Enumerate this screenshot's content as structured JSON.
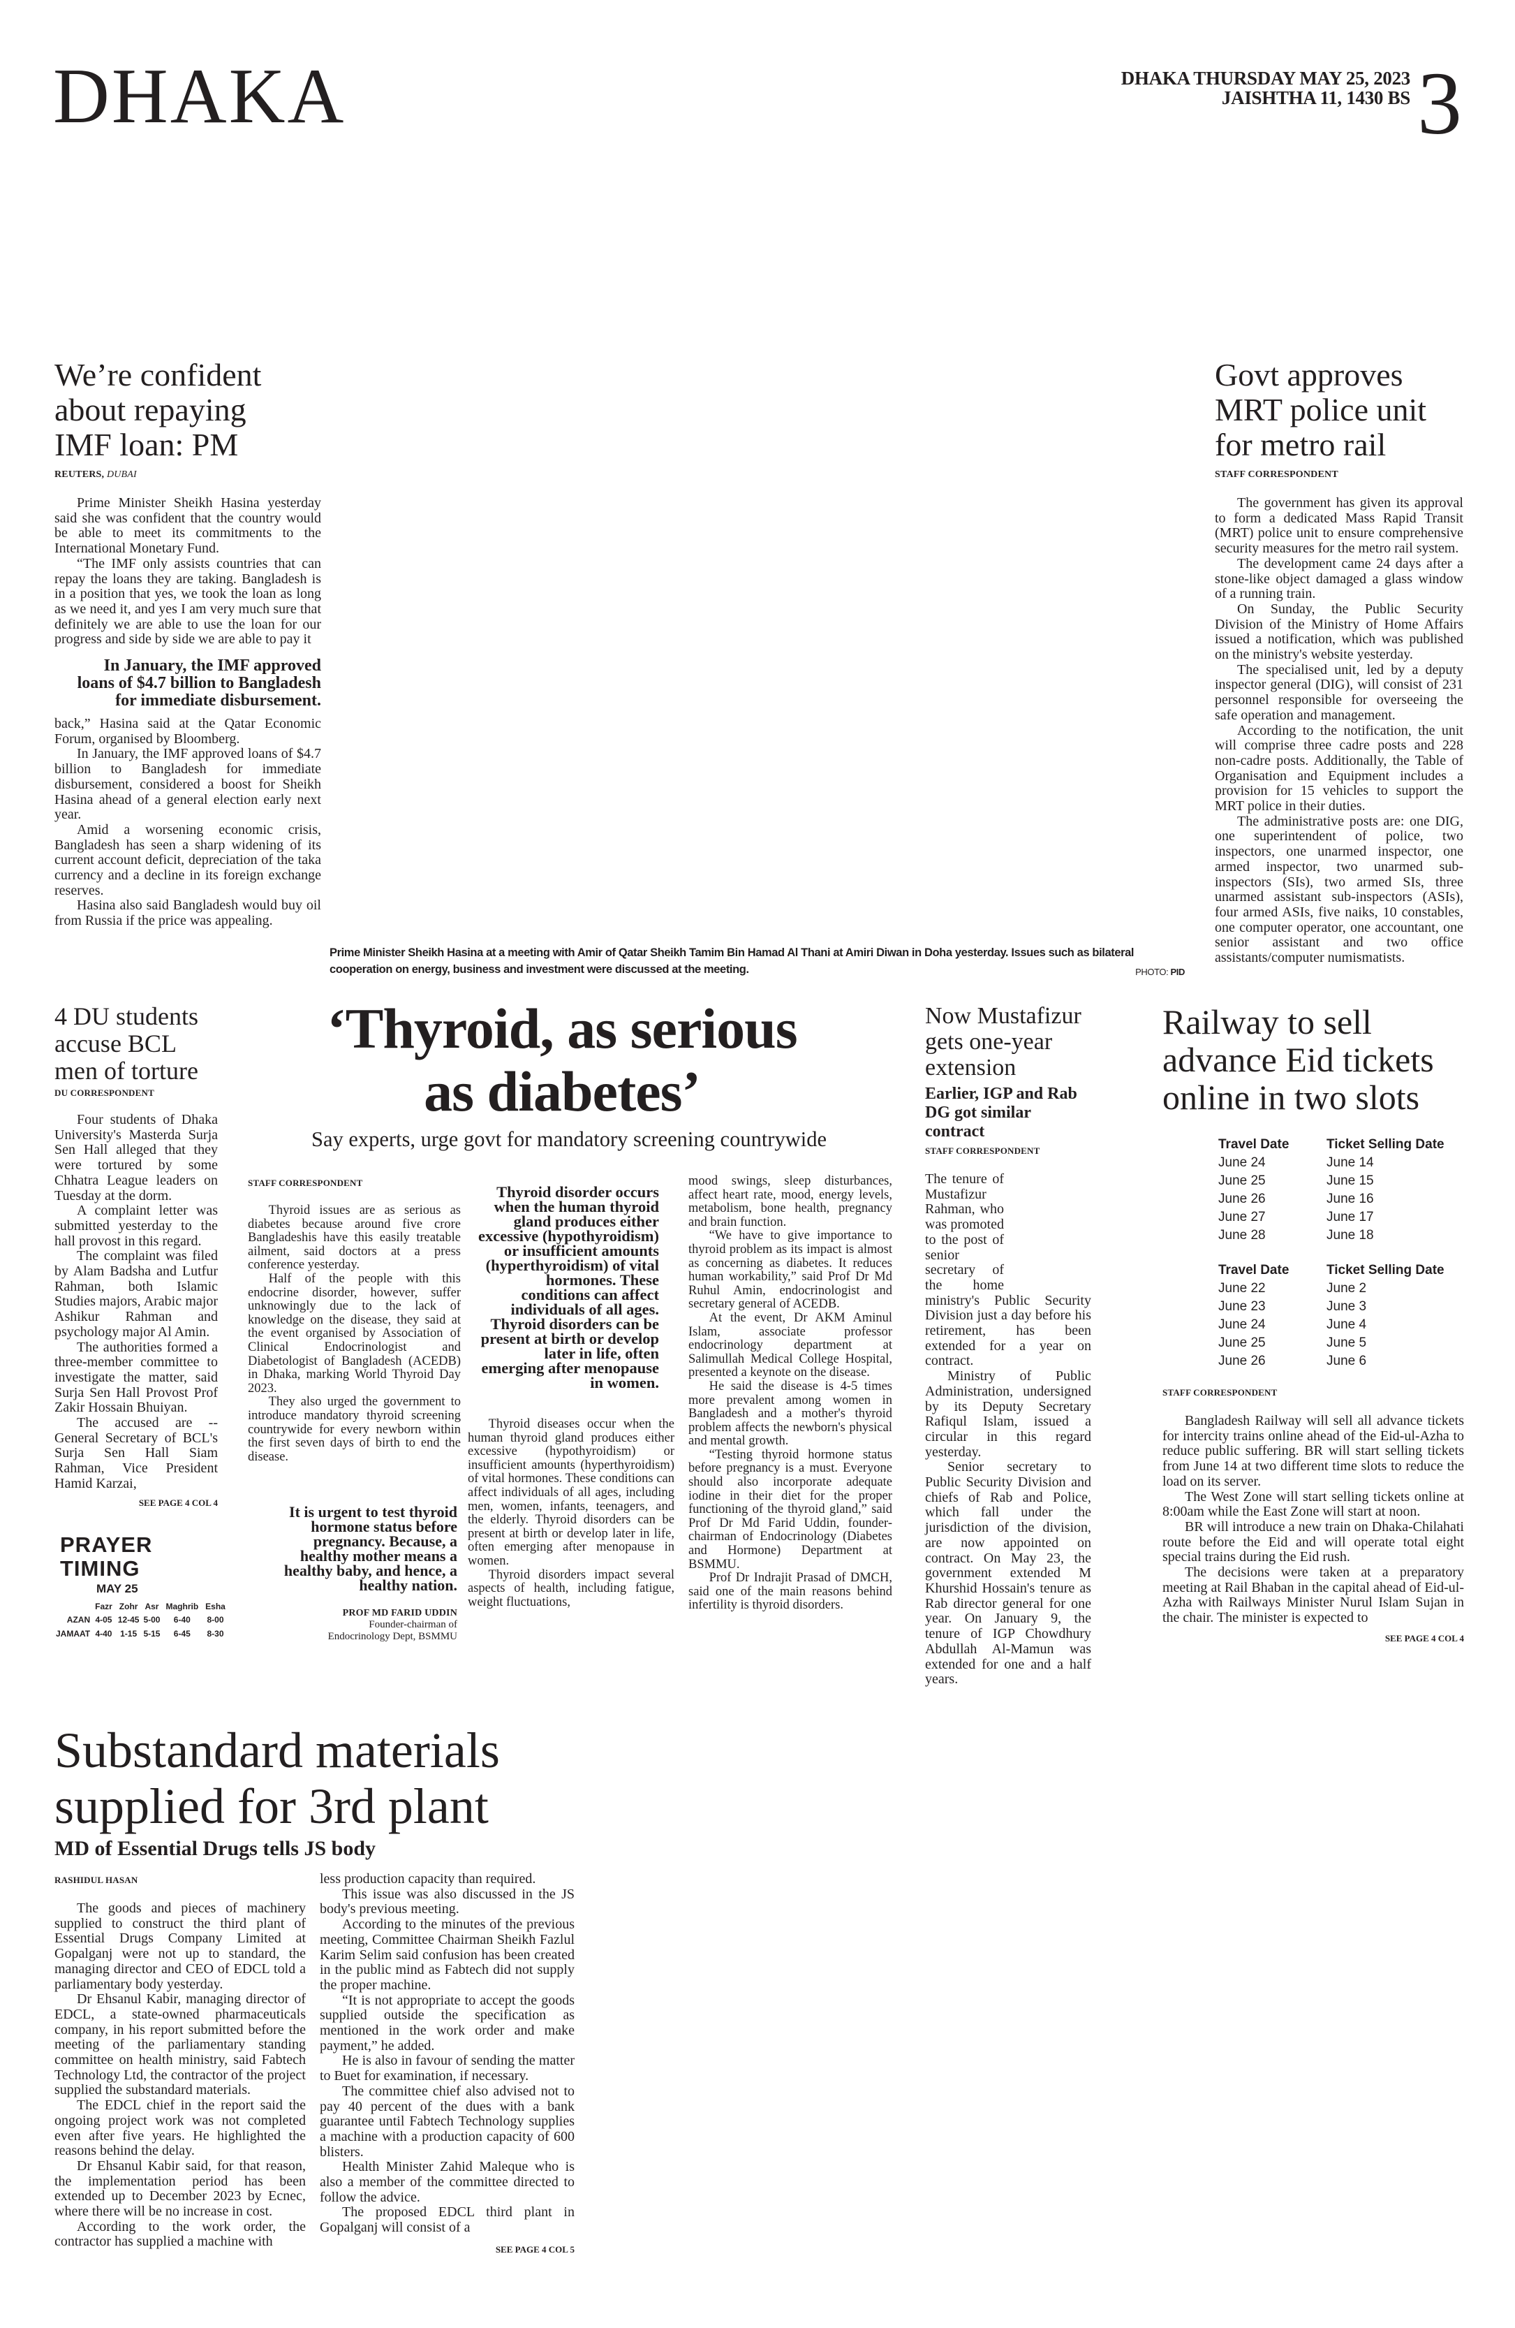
{
  "masthead": {
    "section": "DHAKA",
    "date_line1": "DHAKA THURSDAY MAY 25, 2023",
    "date_line2": "JAISHTHA 11, 1430 BS",
    "page_number": "3"
  },
  "imf": {
    "headline": [
      "We’re confident",
      "about repaying",
      "IMF loan: PM"
    ],
    "byline_agency": "REUTERS,",
    "byline_place": "Dubai",
    "body_top": [
      "Prime Minister Sheikh Hasina yesterday said she was confident that the country would be able to meet its commitments to the International Monetary Fund.",
      "“The IMF only assists countries that can repay the loans they are taking. Bangladesh is in a position that yes, we took the loan as long as we need it, and yes I am very much sure that definitely we are able to use the loan for our progress and side by side we are able to pay it"
    ],
    "pullquote": "In January, the IMF approved loans of $4.7 billion to Bangladesh for immediate disbursement.",
    "body_bottom": [
      "back,” Hasina said at the Qatar Economic Forum, organised by Bloomberg.",
      "In January, the IMF approved loans of $4.7 billion to Bangladesh for immediate disbursement, considered a boost for Sheikh Hasina ahead of a general election early next year.",
      "Amid a worsening economic crisis, Bangladesh has seen a sharp widening of its current account deficit, depreciation of the taka currency and a decline in its foreign exchange reserves.",
      "Hasina also said Bangladesh would buy oil from Russia if the price was appealing."
    ]
  },
  "mrt": {
    "headline": [
      "Govt approves",
      "MRT police unit",
      "for metro rail"
    ],
    "byline": "STAFF CORRESPONDENT",
    "body": [
      "The government has given its approval to form a dedicated Mass Rapid Transit (MRT) police unit to ensure comprehensive security measures for the metro rail system.",
      "The development came 24 days after a stone-like object damaged a glass window of a running train.",
      "On Sunday, the Public Security Division of the Ministry of Home Affairs issued a notification, which was published on the ministry's website yesterday.",
      "The specialised unit, led by a deputy inspector general (DIG), will consist of 231 personnel responsible for overseeing the safe operation and management.",
      "According to the notification, the unit will comprise three cadre posts and 228 non-cadre posts. Additionally, the Table of Organisation and Equipment includes a provision for 15 vehicles to support the MRT police in their duties.",
      "The administrative posts are: one DIG, one superintendent of police, two inspectors, one unarmed inspector, one armed inspector, two unarmed sub-inspectors (SIs), two armed SIs, three unarmed assistant sub-inspectors (ASIs), four armed ASIs, five naiks, 10 constables, one computer operator, one accountant, one senior assistant and two office assistants/computer numismatists."
    ]
  },
  "photo": {
    "caption": "Prime Minister Sheikh Hasina at a meeting with Amir of Qatar Sheikh Tamim Bin Hamad Al Thani at Amiri Diwan in Doha yesterday. Issues such as bilateral cooperation on energy, business and investment were discussed at the meeting.",
    "credit_label": "PHOTO:",
    "credit": "PID"
  },
  "du": {
    "headline": [
      "4 DU students",
      "accuse BCL",
      "men of torture"
    ],
    "byline": "DU CORRESPONDENT",
    "body": [
      "Four students of Dhaka University's Masterda Surja Sen Hall alleged that they were tortured by some Chhatra League leaders on Tuesday at the dorm.",
      "A complaint letter was submitted yesterday to the hall provost in this regard.",
      "The complaint was filed by Alam Badsha and Lutfur Rahman, both Islamic Studies majors, Arabic major Ashikur Rahman and psychology major Al Amin.",
      "The authorities formed a three-member committee to investigate the matter, said Surja Sen Hall Provost Prof Zakir Hossain Bhuiyan.",
      "The accused are -- General Secretary of BCL's Surja Sen Hall Siam Rahman, Vice President Hamid Karzai,"
    ],
    "see_page": "SEE PAGE 4 COL 4"
  },
  "prayer": {
    "title1": "PRAYER",
    "title2": "TIMING",
    "date": "MAY 25",
    "columns": [
      "Fazr",
      "Zohr",
      "Asr",
      "Maghrib",
      "Esha"
    ],
    "rows": [
      {
        "label": "AZAN",
        "times": [
          "4-05",
          "12-45",
          "5-00",
          "6-40",
          "8-00"
        ]
      },
      {
        "label": "JAMAAT",
        "times": [
          "4-40",
          "1-15",
          "5-15",
          "6-45",
          "8-30"
        ]
      }
    ]
  },
  "thyroid": {
    "headline": [
      "‘Thyroid, as serious",
      "as diabetes’"
    ],
    "subtitle": "Say experts, urge govt for mandatory screening countrywide",
    "byline": "STAFF CORRESPONDENT",
    "col1": [
      "Thyroid issues are as serious as diabetes because around five crore Bangladeshis have this easily treatable ailment, said doctors at a press conference yesterday.",
      "Half of the people with this endocrine disorder, however, suffer unknowingly due to the lack of knowledge on the disease, they said at the event organised by Association of Clinical Endocrinologist and Diabetologist of Bangladesh (ACEDB) in Dhaka, marking World Thyroid Day 2023.",
      "They also urged the government to introduce mandatory thyroid screening countrywide for every newborn within the first seven days of birth to end the disease."
    ],
    "quote": "It is urgent to test thyroid hormone status before pregnancy. Because, a healthy mother means a healthy baby, and hence, a healthy nation.",
    "quote_author": "PROF MD FARID UDDIN",
    "quote_author_title1": "Founder-chairman of",
    "quote_author_title2": "Endocrinology Dept, BSMMU",
    "pullquote": "Thyroid disorder occurs when the human thyroid gland produces either excessive (hypothyroidism) or insufficient amounts (hyperthyroidism) of vital hormones. These conditions can affect individuals of all ages. Thyroid disorders can be present at birth or develop later in life, often emerging after menopause in women.",
    "col2": [
      "Thyroid diseases occur when the human thyroid gland produces either excessive (hypothyroidism) or insufficient amounts (hyperthyroidism) of vital hormones. These conditions can affect individuals of all ages, including men, women, infants, teenagers, and the elderly. Thyroid disorders can be present at birth or develop later in life, often emerging after menopause in women.",
      "Thyroid disorders impact several aspects of health, including fatigue, weight fluctuations,"
    ],
    "col3": [
      "mood swings, sleep disturbances, affect heart rate, mood, energy levels, metabolism, bone health, pregnancy and brain function.",
      "“We have to give importance to thyroid problem as its impact is almost as concerning as diabetes. It reduces human workability,” said Prof Dr Md Ruhul Amin, endocrinologist and secretary general of ACEDB.",
      "At the event, Dr AKM Aminul Islam, associate professor endocrinology department at Salimullah Medical College Hospital, presented a keynote on the disease.",
      "He said the disease is 4-5 times more prevalent among women in Bangladesh and a mother's thyroid problem affects the newborn's physical and mental growth.",
      "“Testing thyroid hormone status before pregnancy is a must. Everyone should also incorporate adequate iodine in their diet for the proper functioning of the thyroid gland,” said Prof Dr Md Farid Uddin, founder-chairman of Endocrinology (Diabetes and Hormone) Department at BSMMU.",
      "Prof Dr Indrajit Prasad of DMCH, said one of the main reasons behind infertility is thyroid disorders."
    ]
  },
  "mustafizur": {
    "headline": [
      "Now Mustafizur",
      "gets one-year",
      "extension"
    ],
    "subhead": "Earlier, IGP and Rab DG got similar contract",
    "byline": "STAFF CORRESPONDENT",
    "body": [
      "The tenure of Mustafizur Rahman, who was promoted to the post of senior secretary of the home ministry's Public Security Division just a day before his retirement, has been extended for a year on contract.",
      "Ministry of Public Administration, undersigned by its Deputy Secretary Rafiqul Islam, issued a circular in this regard yesterday.",
      "Senior secretary to Public Security Division and chiefs of Rab and Police, which fall under the jurisdiction of the division, are now appointed on contract. On May 23, the government extended M Khurshid Hossain's tenure as Rab director general for one year. On January 9, the tenure of IGP Chowdhury Abdullah Al-Mamun was extended for one and a half years."
    ]
  },
  "railway": {
    "headline": [
      "Railway to sell",
      "advance Eid tickets",
      "online in two slots"
    ],
    "tables": [
      {
        "headers": [
          "Travel Date",
          "Ticket Selling Date"
        ],
        "rows": [
          [
            "June 24",
            "June 14"
          ],
          [
            "June 25",
            "June 15"
          ],
          [
            "June 26",
            "June 16"
          ],
          [
            "June 27",
            "June 17"
          ],
          [
            "June 28",
            "June 18"
          ]
        ]
      },
      {
        "headers": [
          "Travel Date",
          "Ticket Selling Date"
        ],
        "rows": [
          [
            "June 22",
            "June 2"
          ],
          [
            "June 23",
            "June 3"
          ],
          [
            "June 24",
            "June 4"
          ],
          [
            "June 25",
            "June 5"
          ],
          [
            "June 26",
            "June 6"
          ]
        ]
      }
    ],
    "byline": "STAFF CORRESPONDENT",
    "body": [
      "Bangladesh Railway will sell all advance tickets for intercity trains online ahead of the Eid-ul-Azha to reduce public suffering. BR will start selling tickets from June 14 at two different time slots to reduce the load on its server.",
      "The West Zone will start selling tickets online at 8:00am while the East Zone will start at noon.",
      "BR will introduce a new train on Dhaka-Chilahati route before the Eid and will operate total eight special trains during the Eid rush.",
      "The decisions were taken at a preparatory meeting at Rail Bhaban in the capital ahead of Eid-ul-Azha with Railways Minister Nurul Islam Sujan in the chair. The minister is expected to"
    ],
    "see_page": "SEE PAGE 4 COL 4"
  },
  "edcl": {
    "headline": [
      "Substandard materials",
      "supplied for 3rd plant"
    ],
    "subhead": "MD of Essential Drugs tells JS body",
    "byline": "RASHIDUL HASAN",
    "col1": [
      "The goods and pieces of machinery supplied to construct the third plant of Essential Drugs Company Limited at Gopalganj were not up to standard, the managing director and CEO of EDCL told a parliamentary body yesterday.",
      "Dr Ehsanul Kabir, managing director of EDCL, a state-owned pharmaceuticals company, in his report submitted before the meeting of the parliamentary standing committee on health ministry, said Fabtech Technology Ltd, the contractor of the project supplied the substandard materials.",
      "The EDCL chief in the report said the ongoing project work was not completed even after five years. He highlighted the reasons behind the delay.",
      "Dr Ehsanul Kabir said, for that reason, the implementation period has been extended up to December 2023 by Ecnec, where there will be no increase in cost.",
      "According to the work order, the contractor has supplied a machine with"
    ],
    "col2": [
      "less production capacity than required.",
      "This issue was also discussed in the JS body's previous meeting.",
      "According to the minutes of the previous meeting, Committee Chairman Sheikh Fazlul Karim Selim said confusion has been created in the public mind as Fabtech did not supply the proper machine.",
      "“It is not appropriate to accept the goods supplied outside the specification as mentioned in the work order and make payment,” he added.",
      "He is also in favour of sending the matter to Buet for examination, if necessary.",
      "The committee chief also advised not to pay 40 percent of the dues with a bank guarantee until Fabtech Technology supplies a machine with a production capacity of 600 blisters.",
      "Health Minister Zahid Maleque who is also a member of the committee directed to follow the advice.",
      "The proposed EDCL third plant in Gopalganj will consist of a"
    ],
    "see_page": "SEE PAGE 4 COL 5"
  }
}
